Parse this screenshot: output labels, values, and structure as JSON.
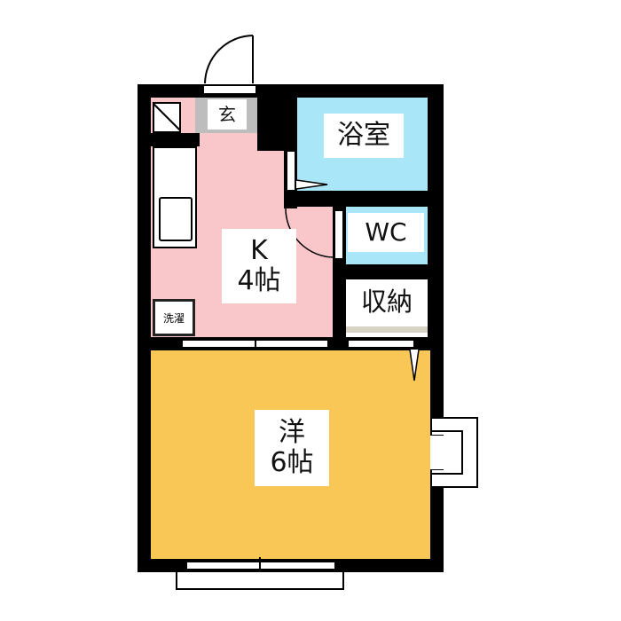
{
  "rooms": {
    "entrance": {
      "label": "玄",
      "color": "#bdbdbd"
    },
    "kitchen": {
      "label_line1": "K",
      "label_line2": "4帖",
      "color": "#f9c6c9"
    },
    "bath": {
      "label": "浴室",
      "color": "#a9e6f7"
    },
    "wc": {
      "label": "WC",
      "color": "#a9e6f7"
    },
    "storage": {
      "label": "収納",
      "color": "#ffffff"
    },
    "washer": {
      "label": "洗濯"
    },
    "western": {
      "label_line1": "洋",
      "label_line2": "6帖",
      "color": "#f9c756"
    }
  }
}
